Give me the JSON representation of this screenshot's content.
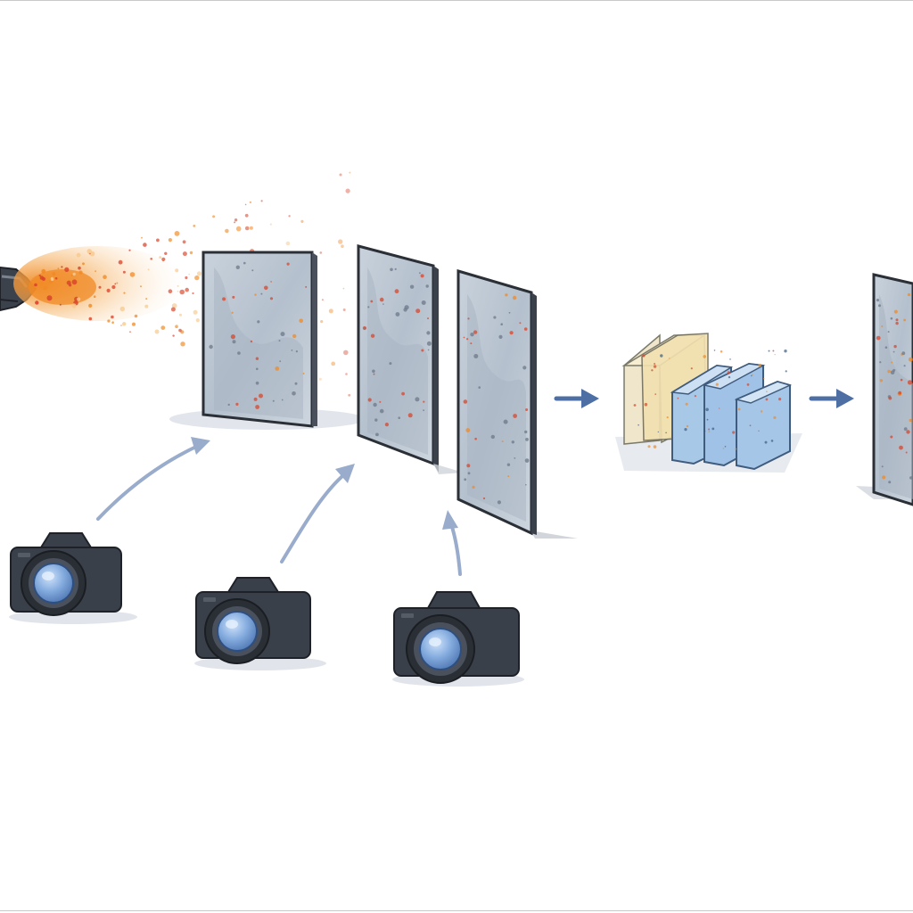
{
  "diagram": {
    "title": "",
    "colors": {
      "background": "#ffffff",
      "panel_fill": "#b9c4d0",
      "panel_edge": "#2b2f36",
      "spray": "#f08a24",
      "spray_light": "#f6c98f",
      "speckle_red": "#d9452b",
      "arrow_light": "#9aaccc",
      "arrow_dark": "#4d6fa3",
      "camera_body": "#3a404a",
      "camera_lens": "#7fa6dc",
      "stack_cream": "#f3e4b8",
      "stack_blue": "#a9c8e6"
    },
    "nodes": [
      {
        "id": "spray-nozzle",
        "icon": "spray-nozzle-icon"
      },
      {
        "id": "speckle-spray",
        "icon": "speckle-cloud-icon"
      },
      {
        "id": "speckled-panel-1",
        "icon": "speckle-panel-icon"
      },
      {
        "id": "speckled-panel-2",
        "icon": "speckle-panel-icon"
      },
      {
        "id": "speckled-panel-3",
        "icon": "speckle-panel-icon"
      },
      {
        "id": "camera-1",
        "icon": "camera-icon"
      },
      {
        "id": "camera-2",
        "icon": "camera-icon"
      },
      {
        "id": "camera-3",
        "icon": "camera-icon"
      },
      {
        "id": "slice-stack",
        "icon": "layered-slices-icon"
      },
      {
        "id": "result-panel",
        "icon": "speckle-panel-icon"
      }
    ],
    "edges": [
      {
        "from": "camera-1",
        "to": "speckled-panel-1",
        "style": "curved-light"
      },
      {
        "from": "camera-2",
        "to": "speckled-panel-2",
        "style": "curved-light"
      },
      {
        "from": "camera-3",
        "to": "speckled-panel-3",
        "style": "curved-light"
      },
      {
        "from": "speckled-panel-3",
        "to": "slice-stack",
        "style": "straight-dark"
      },
      {
        "from": "slice-stack",
        "to": "result-panel",
        "style": "straight-dark"
      }
    ]
  }
}
